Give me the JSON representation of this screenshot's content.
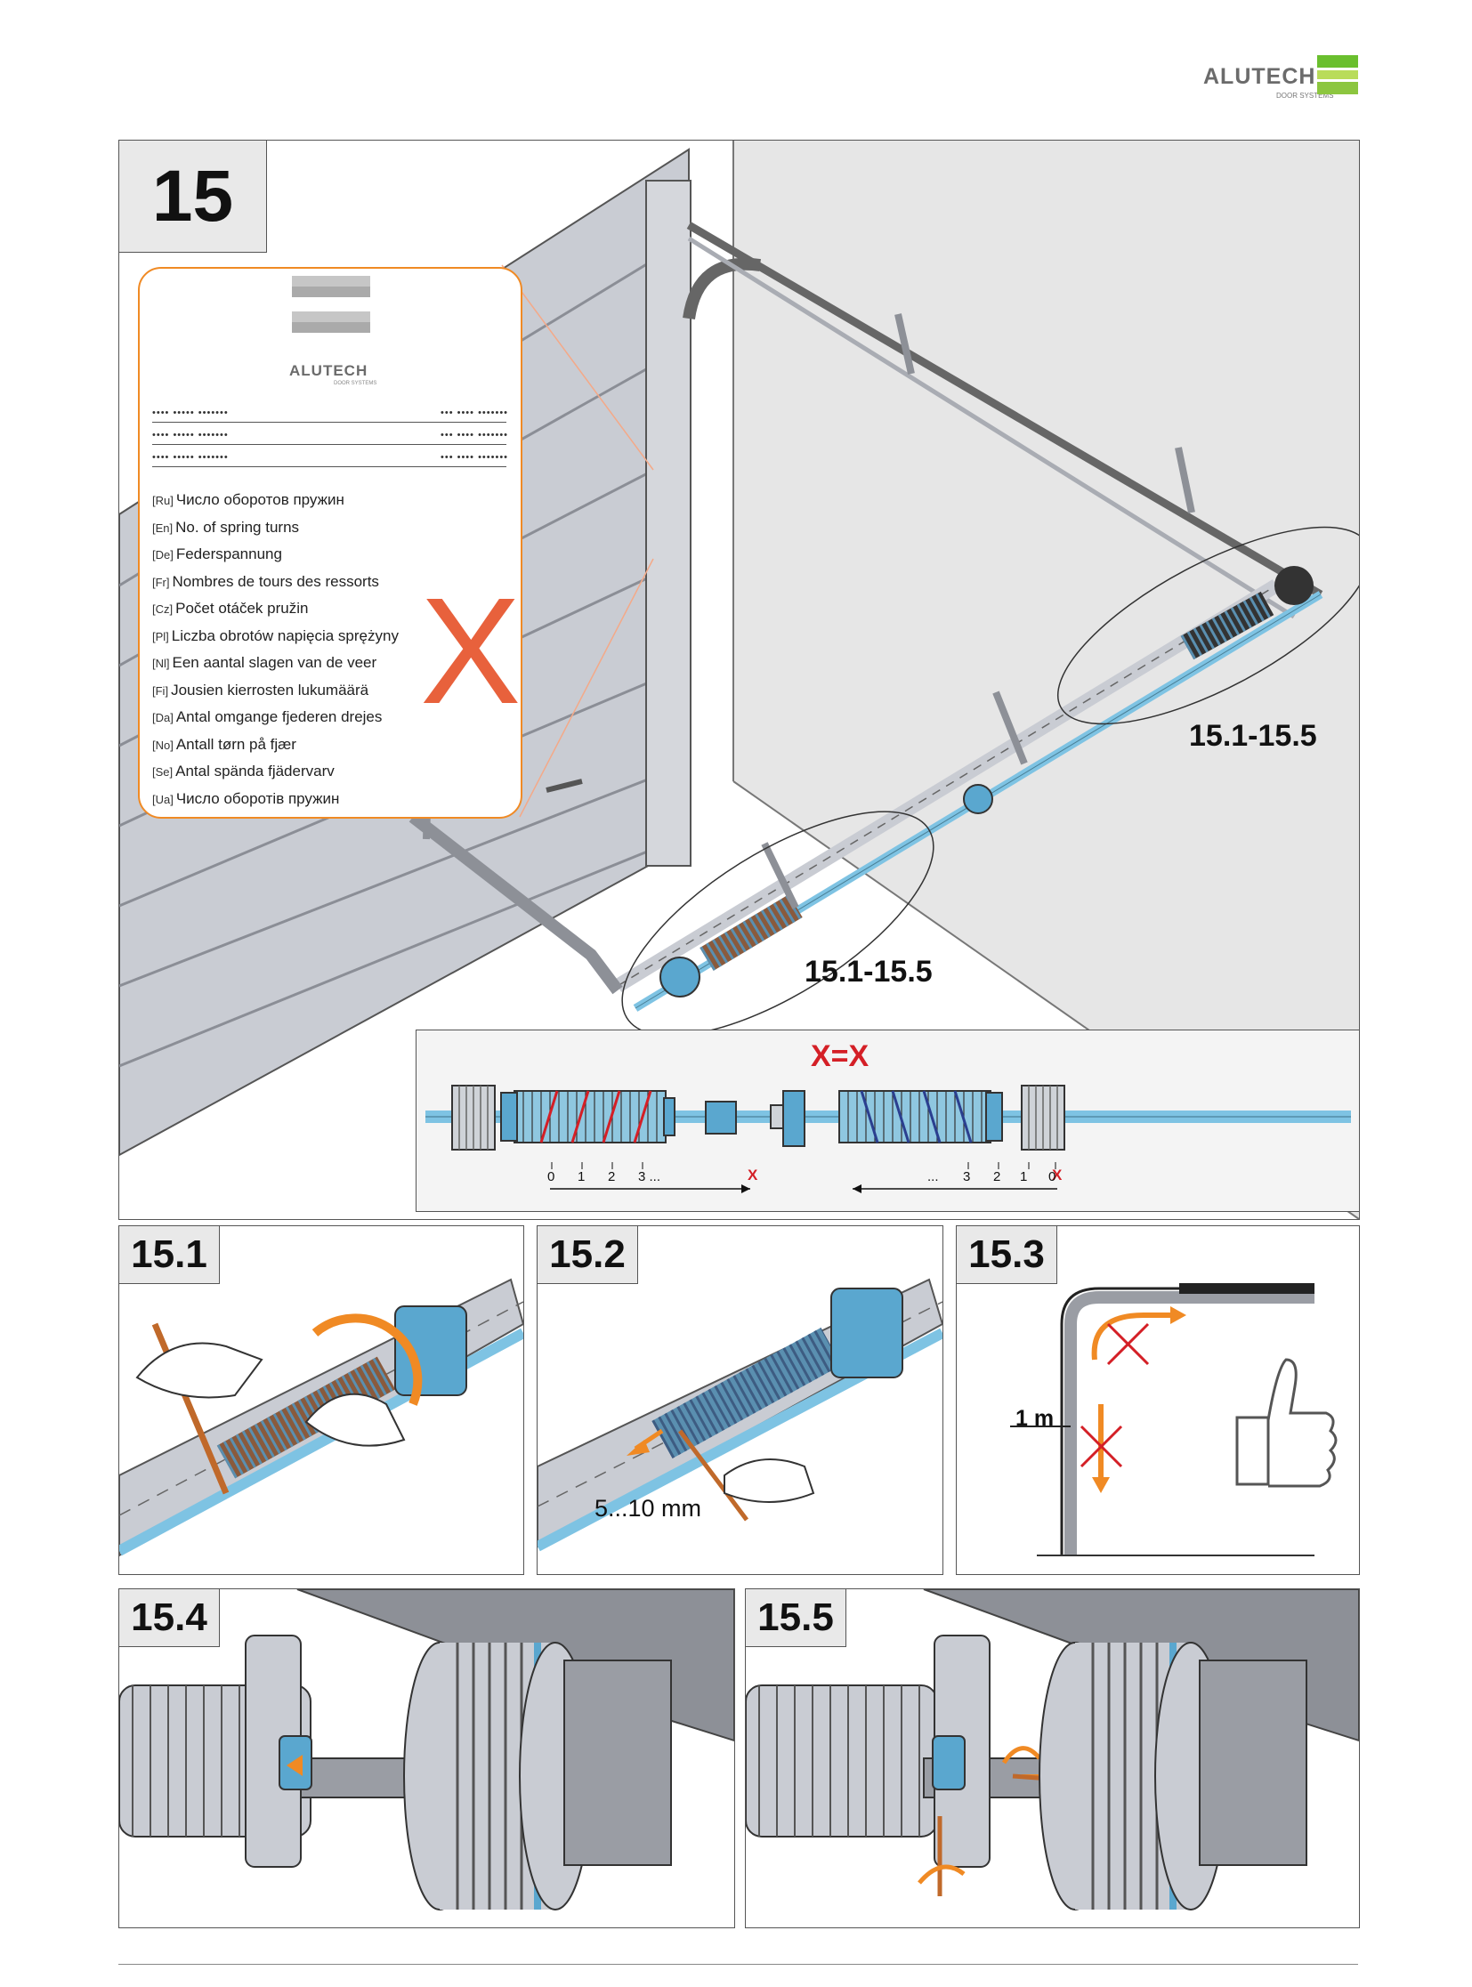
{
  "brand": {
    "name": "ALUTECH",
    "subtitle": "DOOR SYSTEMS"
  },
  "main_step": {
    "number": "15"
  },
  "spring_label": {
    "brand": "ALUTECH",
    "subtitle": "DOOR SYSTEMS",
    "placeholder_left": "•••• ••••• •••••••",
    "placeholder_right": "••• •••• •••••••",
    "languages": [
      {
        "code": "[Ru]",
        "text": "Число оборотов пружин"
      },
      {
        "code": "[En]",
        "text": "No. of spring turns"
      },
      {
        "code": "[De]",
        "text": "Federspannung"
      },
      {
        "code": "[Fr]",
        "text": "Nombres de tours des ressorts"
      },
      {
        "code": "[Cz]",
        "text": "Počet otáček pružin"
      },
      {
        "code": "[Pl]",
        "text": "Liczba obrotów napięcia sprężyny"
      },
      {
        "code": "[Nl]",
        "text": "Een aantal slagen van de veer"
      },
      {
        "code": "[Fi]",
        "text": "Jousien kierrosten lukumäärä"
      },
      {
        "code": "[Da]",
        "text": "Antal omgange fjederen drejes"
      },
      {
        "code": "[No]",
        "text": "Antall tørn på fjær"
      },
      {
        "code": "[Se]",
        "text": "Antal spända fjädervarv"
      },
      {
        "code": "[Ua]",
        "text": "Число оборотів пружин"
      }
    ],
    "mark": "X"
  },
  "callouts": {
    "right": "15.1-15.5",
    "left": "15.1-15.5"
  },
  "spring_diagram": {
    "title": "X=X",
    "left_scale": [
      "0",
      "1",
      "2",
      "3 ..."
    ],
    "left_end": "X",
    "right_scale": [
      "...",
      "3",
      "2",
      "1",
      "0"
    ],
    "right_end": "X"
  },
  "steps": [
    {
      "number": "15.1"
    },
    {
      "number": "15.2",
      "measurement": "5...10 mm"
    },
    {
      "number": "15.3",
      "height_label": "1 m"
    },
    {
      "number": "15.4"
    },
    {
      "number": "15.5"
    }
  ],
  "colors": {
    "accent_orange": "#f08a24",
    "brand_green": "#6abf2e",
    "shaft_blue": "#7ec3e3",
    "mark_red": "#e8613c",
    "x_red": "#d41f26"
  }
}
